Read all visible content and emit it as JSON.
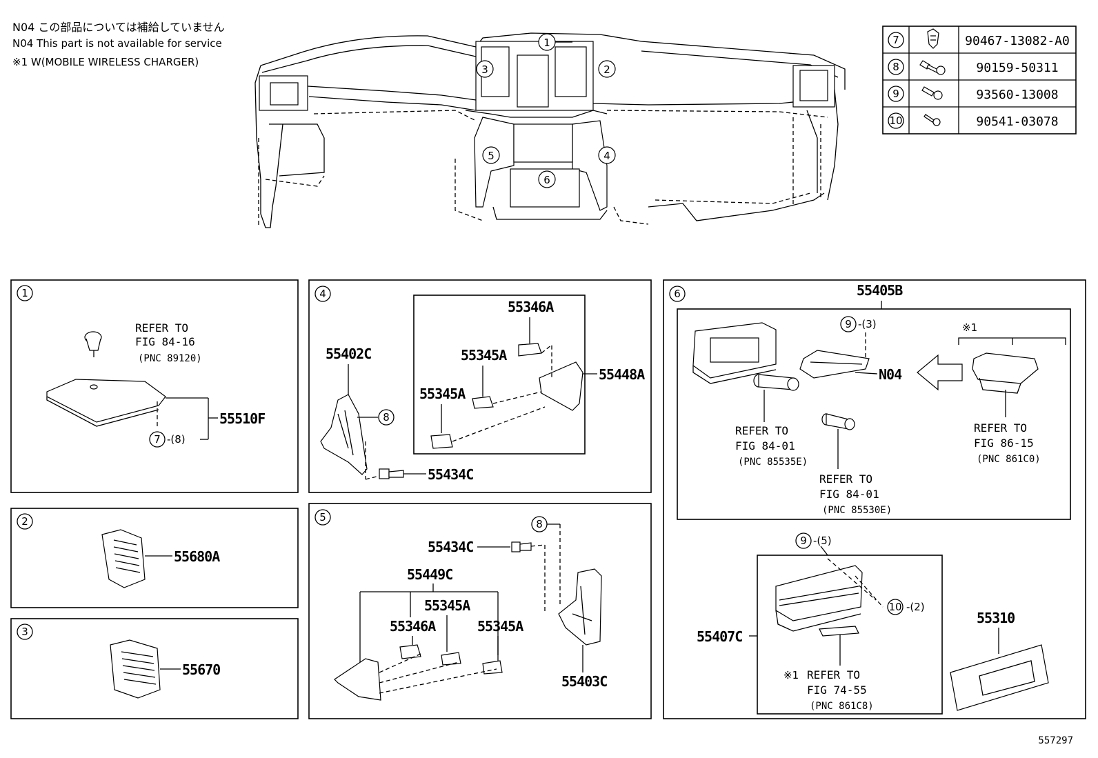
{
  "notes": {
    "line1": "N04 この部品については補給していません",
    "line2": "N04 This part is not available for service",
    "line3": "※1 W(MOBILE WIRELESS CHARGER)"
  },
  "fastener_table": [
    {
      "num": "7",
      "icon": "clip-icon",
      "part": "90467-13082-A0"
    },
    {
      "num": "8",
      "icon": "screw-icon",
      "part": "90159-50311"
    },
    {
      "num": "9",
      "icon": "bolt-icon",
      "part": "93560-13008"
    },
    {
      "num": "10",
      "icon": "tapping-screw-icon",
      "part": "90541-03078"
    }
  ],
  "overview_callouts": [
    "1",
    "2",
    "3",
    "4",
    "5",
    "6"
  ],
  "panel1": {
    "num": "1",
    "ref_line1": "REFER TO",
    "ref_line2": "FIG 84-16",
    "ref_pnc": "(PNC 89120)",
    "part": "55510F",
    "fastener": "7",
    "fastener_qty": "-(8)"
  },
  "panel2": {
    "num": "2",
    "part": "55680A"
  },
  "panel3": {
    "num": "3",
    "part": "55670"
  },
  "panel4": {
    "num": "4",
    "part_a": "55402C",
    "part_b": "55346A",
    "part_c": "55345A",
    "part_d": "55345A",
    "part_e": "55448A",
    "part_f": "55434C",
    "fastener": "8"
  },
  "panel5": {
    "num": "5",
    "part_a": "55434C",
    "part_b": "55449C",
    "part_c": "55345A",
    "part_d": "55346A",
    "part_e": "55345A",
    "part_f": "55403C",
    "fastener": "8"
  },
  "panel6": {
    "num": "6",
    "part_main": "55405B",
    "fastener_a": "9",
    "fastener_a_qty": "-(3)",
    "n04": "N04",
    "note_mark": "※1",
    "ref1_line1": "REFER TO",
    "ref1_line2": "FIG 84-01",
    "ref1_pnc": "(PNC 85535E)",
    "ref2_line1": "REFER TO",
    "ref2_line2": "FIG 84-01",
    "ref2_pnc": "(PNC 85530E)",
    "ref3_line1": "REFER TO",
    "ref3_line2": "FIG 86-15",
    "ref3_pnc": "(PNC 861C0)",
    "fastener_b": "9",
    "fastener_b_qty": "-(5)",
    "fastener_c": "10",
    "fastener_c_qty": "-(2)",
    "part_tray": "55407C",
    "ref4_mark": "※1",
    "ref4_line1": "REFER TO",
    "ref4_line2": "FIG 74-55",
    "ref4_pnc": "(PNC 861C8)",
    "part_pad": "55310"
  },
  "figure_id": "557297"
}
